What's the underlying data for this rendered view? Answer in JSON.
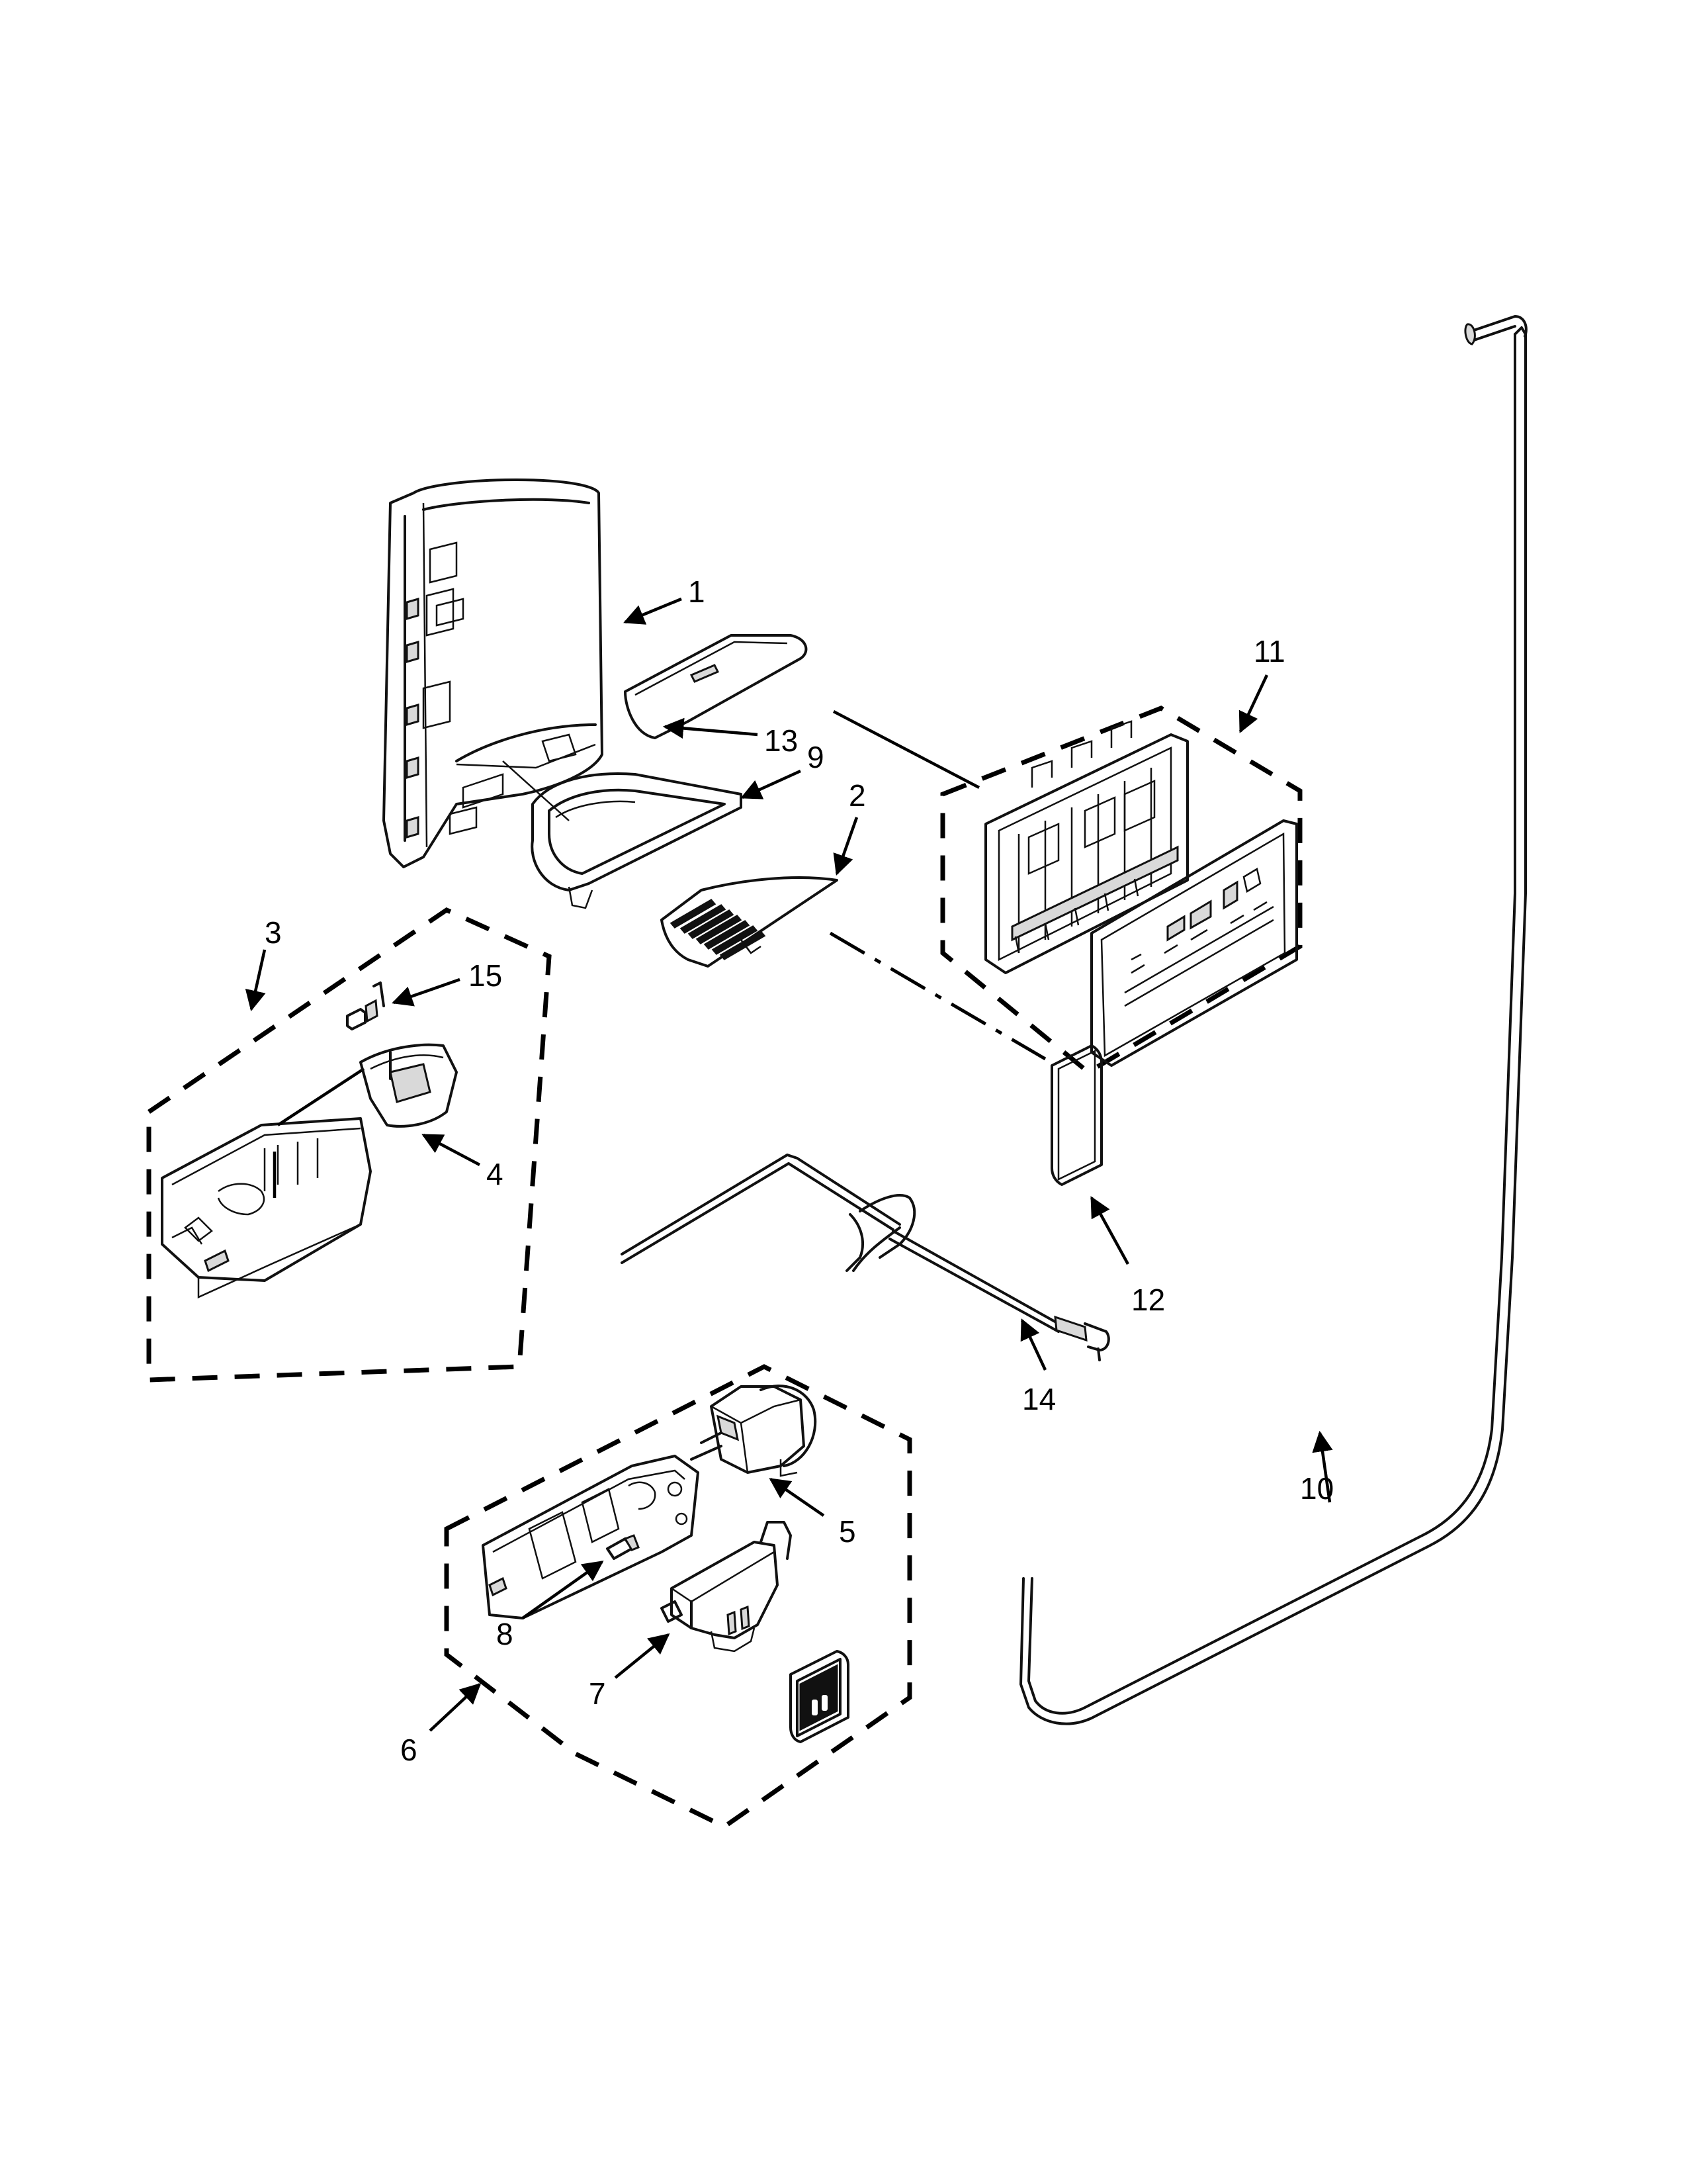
{
  "callouts": {
    "c1": "1",
    "c2": "2",
    "c3": "3",
    "c4": "4",
    "c5": "5",
    "c6": "6",
    "c7": "7",
    "c8": "8",
    "c9": "9",
    "c10": "10",
    "c11": "11",
    "c12": "12",
    "c13": "13",
    "c14": "14",
    "c15": "15"
  },
  "colors": {
    "line": "#111111",
    "background": "#ffffff",
    "fill": "#d9d9d9"
  }
}
